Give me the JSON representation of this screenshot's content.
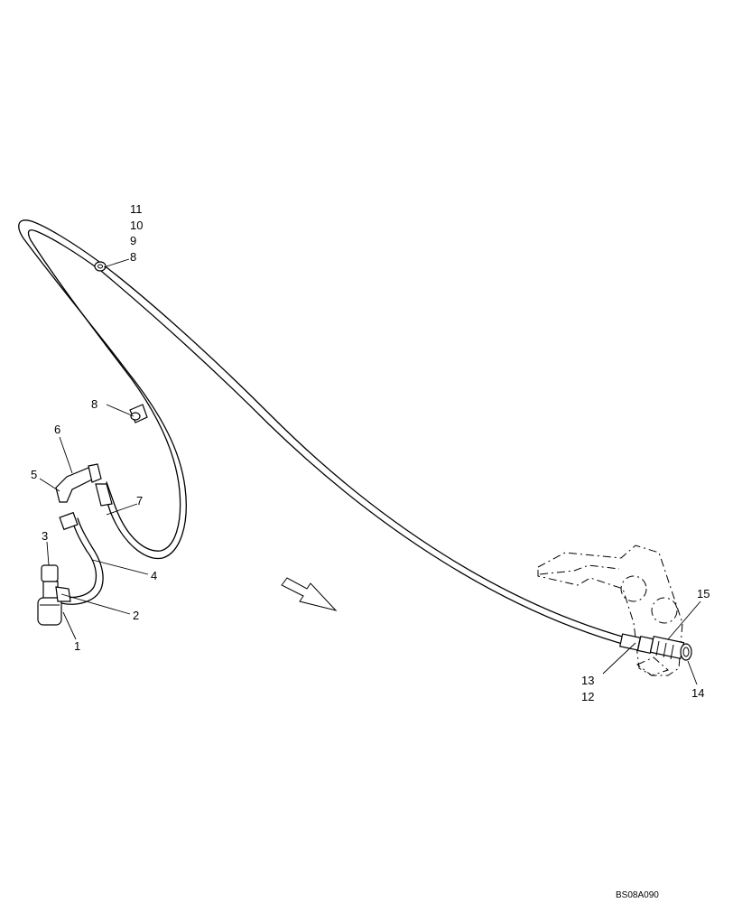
{
  "callouts": [
    {
      "id": "c11",
      "text": "11"
    },
    {
      "id": "c10",
      "text": "10"
    },
    {
      "id": "c9",
      "text": "9"
    },
    {
      "id": "c8a",
      "text": "8"
    },
    {
      "id": "c8b",
      "text": "8"
    },
    {
      "id": "c6",
      "text": "6"
    },
    {
      "id": "c5",
      "text": "5"
    },
    {
      "id": "c7",
      "text": "7"
    },
    {
      "id": "c3",
      "text": "3"
    },
    {
      "id": "c4",
      "text": "4"
    },
    {
      "id": "c2",
      "text": "2"
    },
    {
      "id": "c1",
      "text": "1"
    },
    {
      "id": "c15",
      "text": "15"
    },
    {
      "id": "c13",
      "text": "13"
    },
    {
      "id": "c12",
      "text": "12"
    },
    {
      "id": "c14",
      "text": "14"
    }
  ],
  "drawing_code": "BS08A090"
}
